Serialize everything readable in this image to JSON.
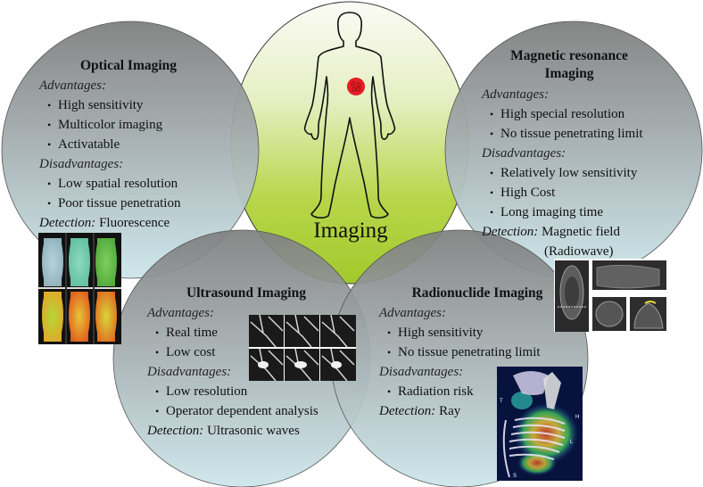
{
  "center": {
    "label": "Imaging",
    "icon": "human-body-outline-icon",
    "marker_icon": "red-tumor-marker-icon",
    "colors": {
      "top": "#fbfbf4",
      "bottom": "#a6cc2e",
      "marker": "#e41e26"
    }
  },
  "circle_colors": {
    "top": "#858585",
    "bottom": "#c9e3e8",
    "stroke": "#4d4d4d"
  },
  "modalities": [
    {
      "title": "Optical Imaging",
      "advantages_label": "Advantages:",
      "advantages": [
        "High sensitivity",
        "Multicolor imaging",
        "Activatable"
      ],
      "disadvantages_label": "Disadvantages:",
      "disadvantages": [
        "Low spatial resolution",
        "Poor tissue penetration"
      ],
      "detection_label": "Detection:",
      "detection": "Fluorescence",
      "image": "fluorescence-mouse-images"
    },
    {
      "title_line1": "Magnetic resonance",
      "title_line2": "Imaging",
      "advantages_label": "Advantages:",
      "advantages": [
        "High special resolution",
        "No tissue penetrating limit"
      ],
      "disadvantages_label": "Disadvantages:",
      "disadvantages": [
        "Relatively low sensitivity",
        "High Cost",
        "Long imaging time"
      ],
      "detection_label": "Detection:",
      "detection": "Magnetic field",
      "detection_line2": "(Radiowave)",
      "image": "mri-scan-slices"
    },
    {
      "title": "Ultrasound Imaging",
      "advantages_label": "Advantages:",
      "advantages": [
        "Real time",
        "Low cost"
      ],
      "disadvantages_label": "Disadvantages:",
      "disadvantages": [
        "Low resolution",
        "Operator dependent analysis"
      ],
      "detection_label": "Detection:",
      "detection": "Ultrasonic waves",
      "image": "ultrasound-vessel-frames"
    },
    {
      "title": "Radionuclide Imaging",
      "advantages_label": "Advantages:",
      "advantages": [
        "High sensitivity",
        "No tissue penetrating limit"
      ],
      "disadvantages_label": "Disadvantages:",
      "disadvantages": [
        "Radiation risk"
      ],
      "detection_label": "Detection:",
      "detection": "Ray",
      "image": "spect-ct-skeleton",
      "image_labels": [
        "T",
        "H",
        "L",
        "S"
      ]
    }
  ]
}
